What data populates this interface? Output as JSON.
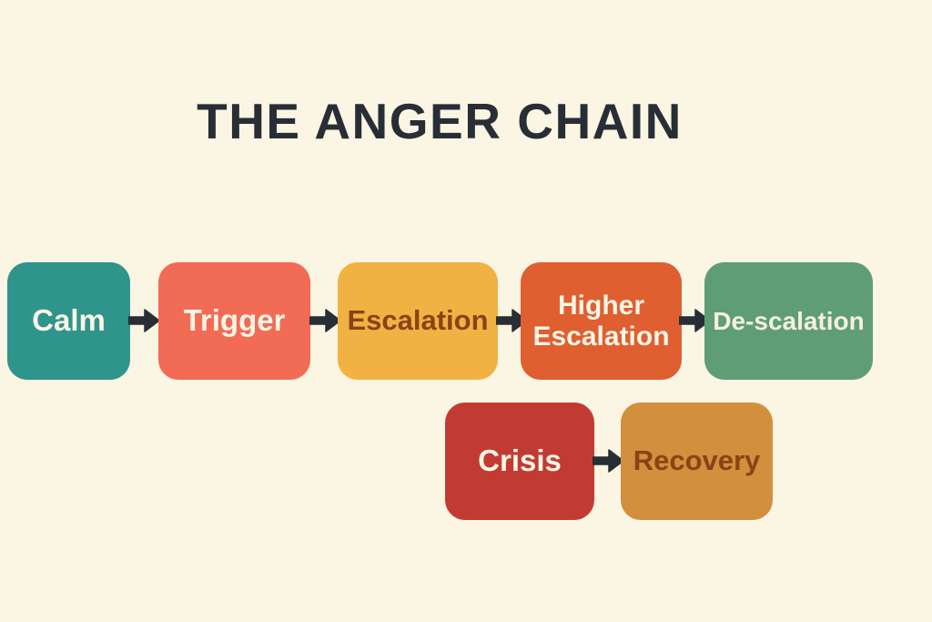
{
  "title": {
    "text": "THE ANGER CHAIN"
  },
  "colors": {
    "background": "#fbf5e3",
    "title": "#272e35",
    "arrow": "#272e35"
  },
  "nodes": {
    "calm": {
      "label": "Calm",
      "bg": "#2f948b",
      "fg": "#fbf5e6"
    },
    "trigger": {
      "label": "Trigger",
      "bg": "#f26b55",
      "fg": "#fbf5e6"
    },
    "escalation": {
      "label": "Escalation",
      "bg": "#f1b243",
      "fg": "#8a4314"
    },
    "higher_escalation": {
      "label": "Higher Escalation",
      "bg": "#df5f31",
      "fg": "#fbf5e6"
    },
    "de_scalation": {
      "label": "De-scalation",
      "bg": "#5f9d79",
      "fg": "#f6f0de"
    },
    "crisis": {
      "label": "Crisis",
      "bg": "#c23b33",
      "fg": "#fbf5e6"
    },
    "recovery": {
      "label": "Recovery",
      "bg": "#d28f3e",
      "fg": "#8a4314"
    }
  }
}
